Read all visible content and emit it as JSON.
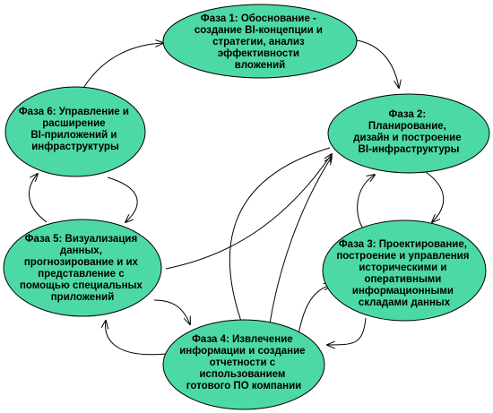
{
  "diagram": {
    "fill_color": "#4dd9a5",
    "stroke_color": "#000000",
    "arrow_color": "#000000",
    "nodes": [
      {
        "id": "phase-1",
        "lines": [
          "Фаза 1: Обоснование -",
          "создание BI-концепции и",
          "стратегии, анализ",
          "эффективности",
          "вложений"
        ]
      },
      {
        "id": "phase-2",
        "lines": [
          "Фаза 2:",
          "Планирование,",
          "дизайн и построение",
          "BI-инфраструктуры"
        ]
      },
      {
        "id": "phase-3",
        "lines": [
          "Фаза 3: Проектирование,",
          "построение и управления",
          "историческими и",
          "оперативными",
          "информационными",
          "складами данных"
        ]
      },
      {
        "id": "phase-4",
        "lines": [
          "Фаза 4: Извлечение",
          "информации и создание",
          "отчетности с",
          "использованием",
          "готового ПО компании"
        ]
      },
      {
        "id": "phase-5",
        "lines": [
          "Фаза 5: Визуализация",
          "данных,",
          "прогнозирование и их",
          "представление с",
          "помощью специальных",
          "приложений"
        ]
      },
      {
        "id": "phase-6",
        "lines": [
          "Фаза 6: Управление и",
          "расширение",
          "BI-приложений и",
          "инфраструктуры"
        ]
      }
    ]
  }
}
